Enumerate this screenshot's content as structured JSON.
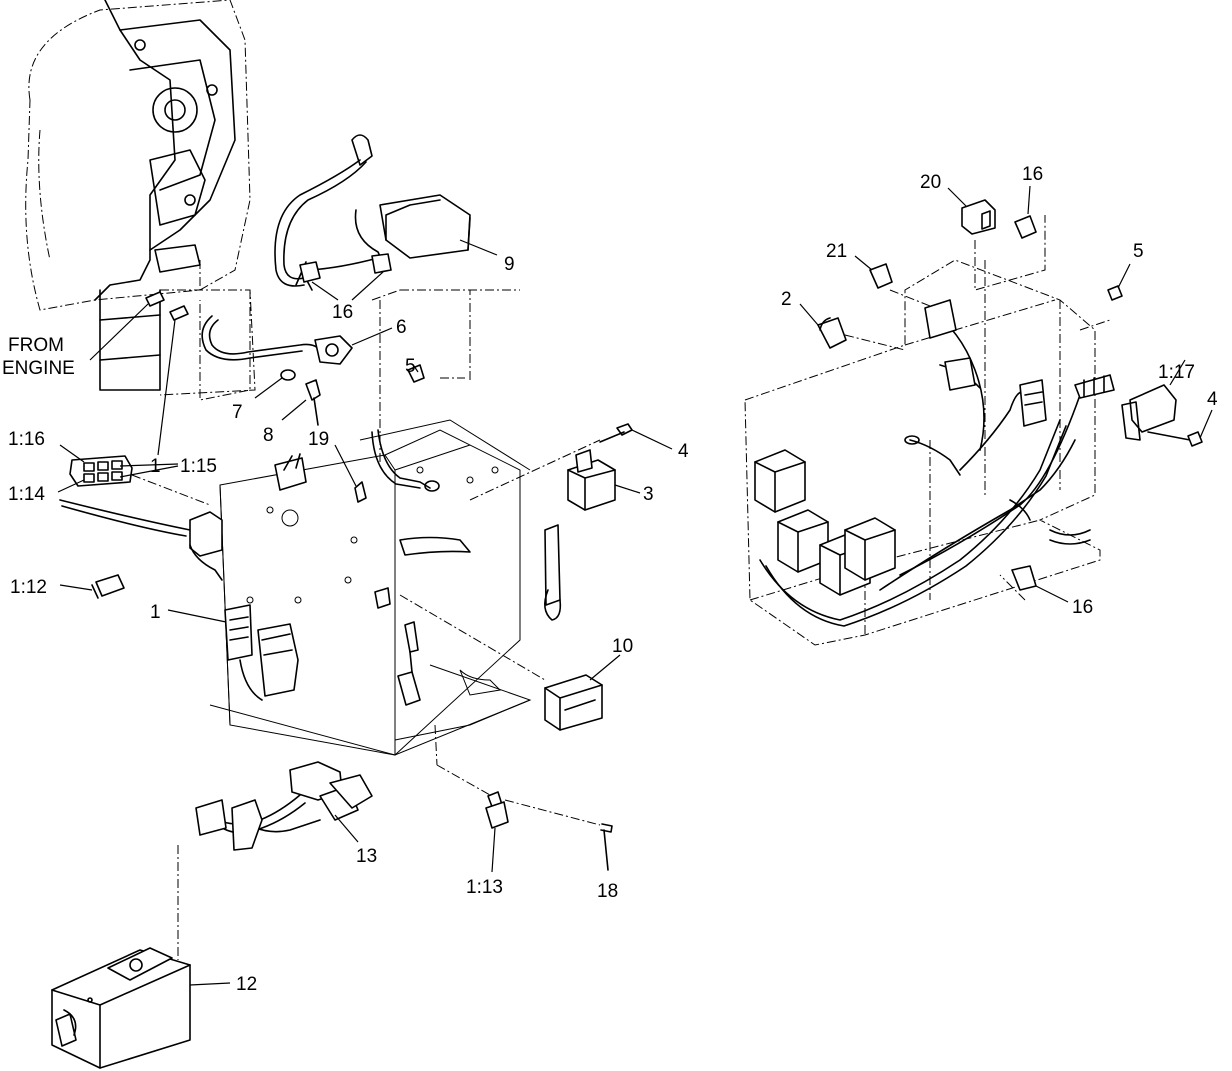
{
  "callouts": {
    "from_engine": [
      "FROM",
      "ENGINE"
    ],
    "left": {
      "c1_top": "1",
      "c1_mid": "1",
      "c1_16": "1:16",
      "c1_14": "1:14",
      "c1_15": "1:15",
      "c1_12": "1:12",
      "c1_13": "1:13",
      "c3": "3",
      "c4": "4",
      "c5": "5",
      "c6": "6",
      "c7": "7",
      "c8": "8",
      "c9": "9",
      "c10": "10",
      "c12": "12",
      "c13": "13",
      "c16": "16",
      "c18": "18",
      "c19": "19"
    },
    "right": {
      "c2": "2",
      "c4": "4",
      "c5": "5",
      "c16_top": "16",
      "c16_bottom": "16",
      "c20": "20",
      "c21": "21",
      "c1_17": "1:17"
    }
  }
}
